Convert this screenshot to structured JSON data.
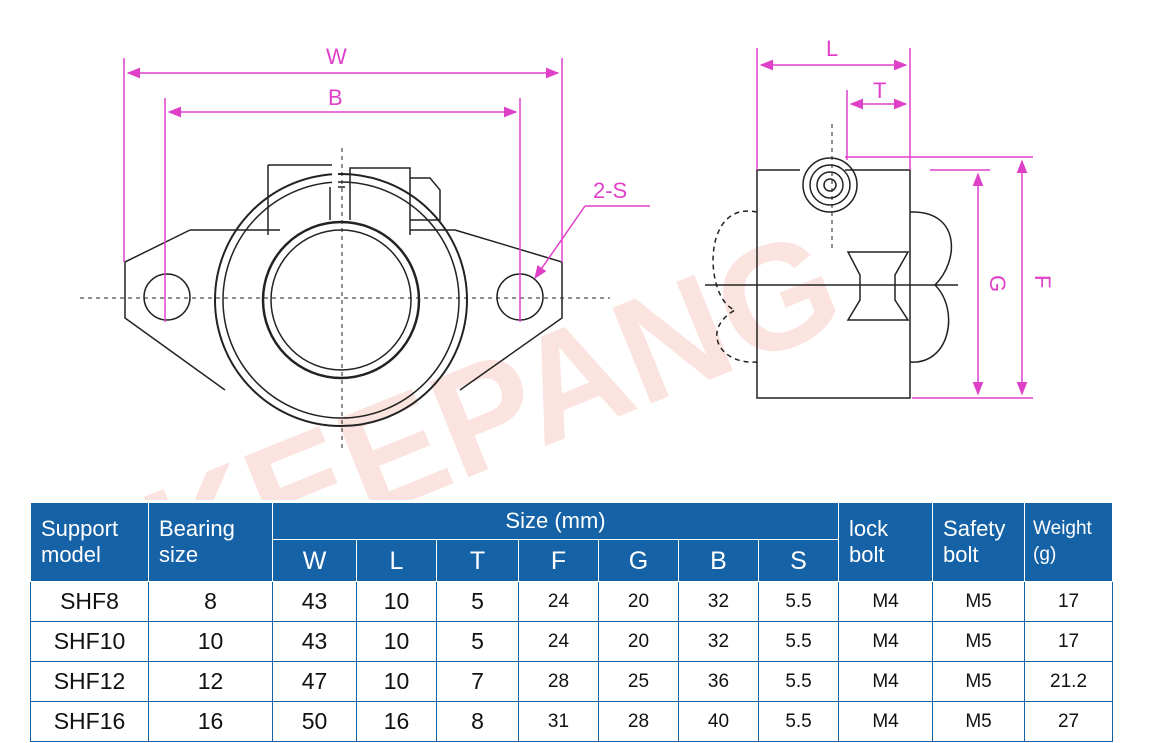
{
  "drawing": {
    "watermark": "KEEPANG",
    "front_labels": {
      "w": "W",
      "b": "B",
      "s": "2-S"
    },
    "side_labels": {
      "l": "L",
      "t": "T",
      "g": "G",
      "f": "F"
    },
    "colors": {
      "dimension": "#e040c8",
      "line": "#222222",
      "table_header": "#1662a6"
    }
  },
  "table": {
    "headers": {
      "support_model": [
        "Support",
        "model"
      ],
      "bearing_size": [
        "Bearing",
        "size"
      ],
      "size_group": "Size (mm)",
      "size_cols": [
        "W",
        "L",
        "T",
        "F",
        "G",
        "B",
        "S"
      ],
      "lock_bolt": [
        "lock",
        "bolt"
      ],
      "safety_bolt": [
        "Safety",
        "bolt"
      ],
      "weight": [
        "Weight",
        "(g)"
      ]
    },
    "rows": [
      {
        "model": "SHF8",
        "bearing": "8",
        "w": "43",
        "l": "10",
        "t": "5",
        "f": "24",
        "g": "20",
        "b": "32",
        "s": "5.5",
        "lock": "M4",
        "safety": "M5",
        "weight": "17"
      },
      {
        "model": "SHF10",
        "bearing": "10",
        "w": "43",
        "l": "10",
        "t": "5",
        "f": "24",
        "g": "20",
        "b": "32",
        "s": "5.5",
        "lock": "M4",
        "safety": "M5",
        "weight": "17"
      },
      {
        "model": "SHF12",
        "bearing": "12",
        "w": "47",
        "l": "10",
        "t": "7",
        "f": "28",
        "g": "25",
        "b": "36",
        "s": "5.5",
        "lock": "M4",
        "safety": "M5",
        "weight": "21.2"
      },
      {
        "model": "SHF16",
        "bearing": "16",
        "w": "50",
        "l": "16",
        "t": "8",
        "f": "31",
        "g": "28",
        "b": "40",
        "s": "5.5",
        "lock": "M4",
        "safety": "M5",
        "weight": "27"
      }
    ]
  }
}
